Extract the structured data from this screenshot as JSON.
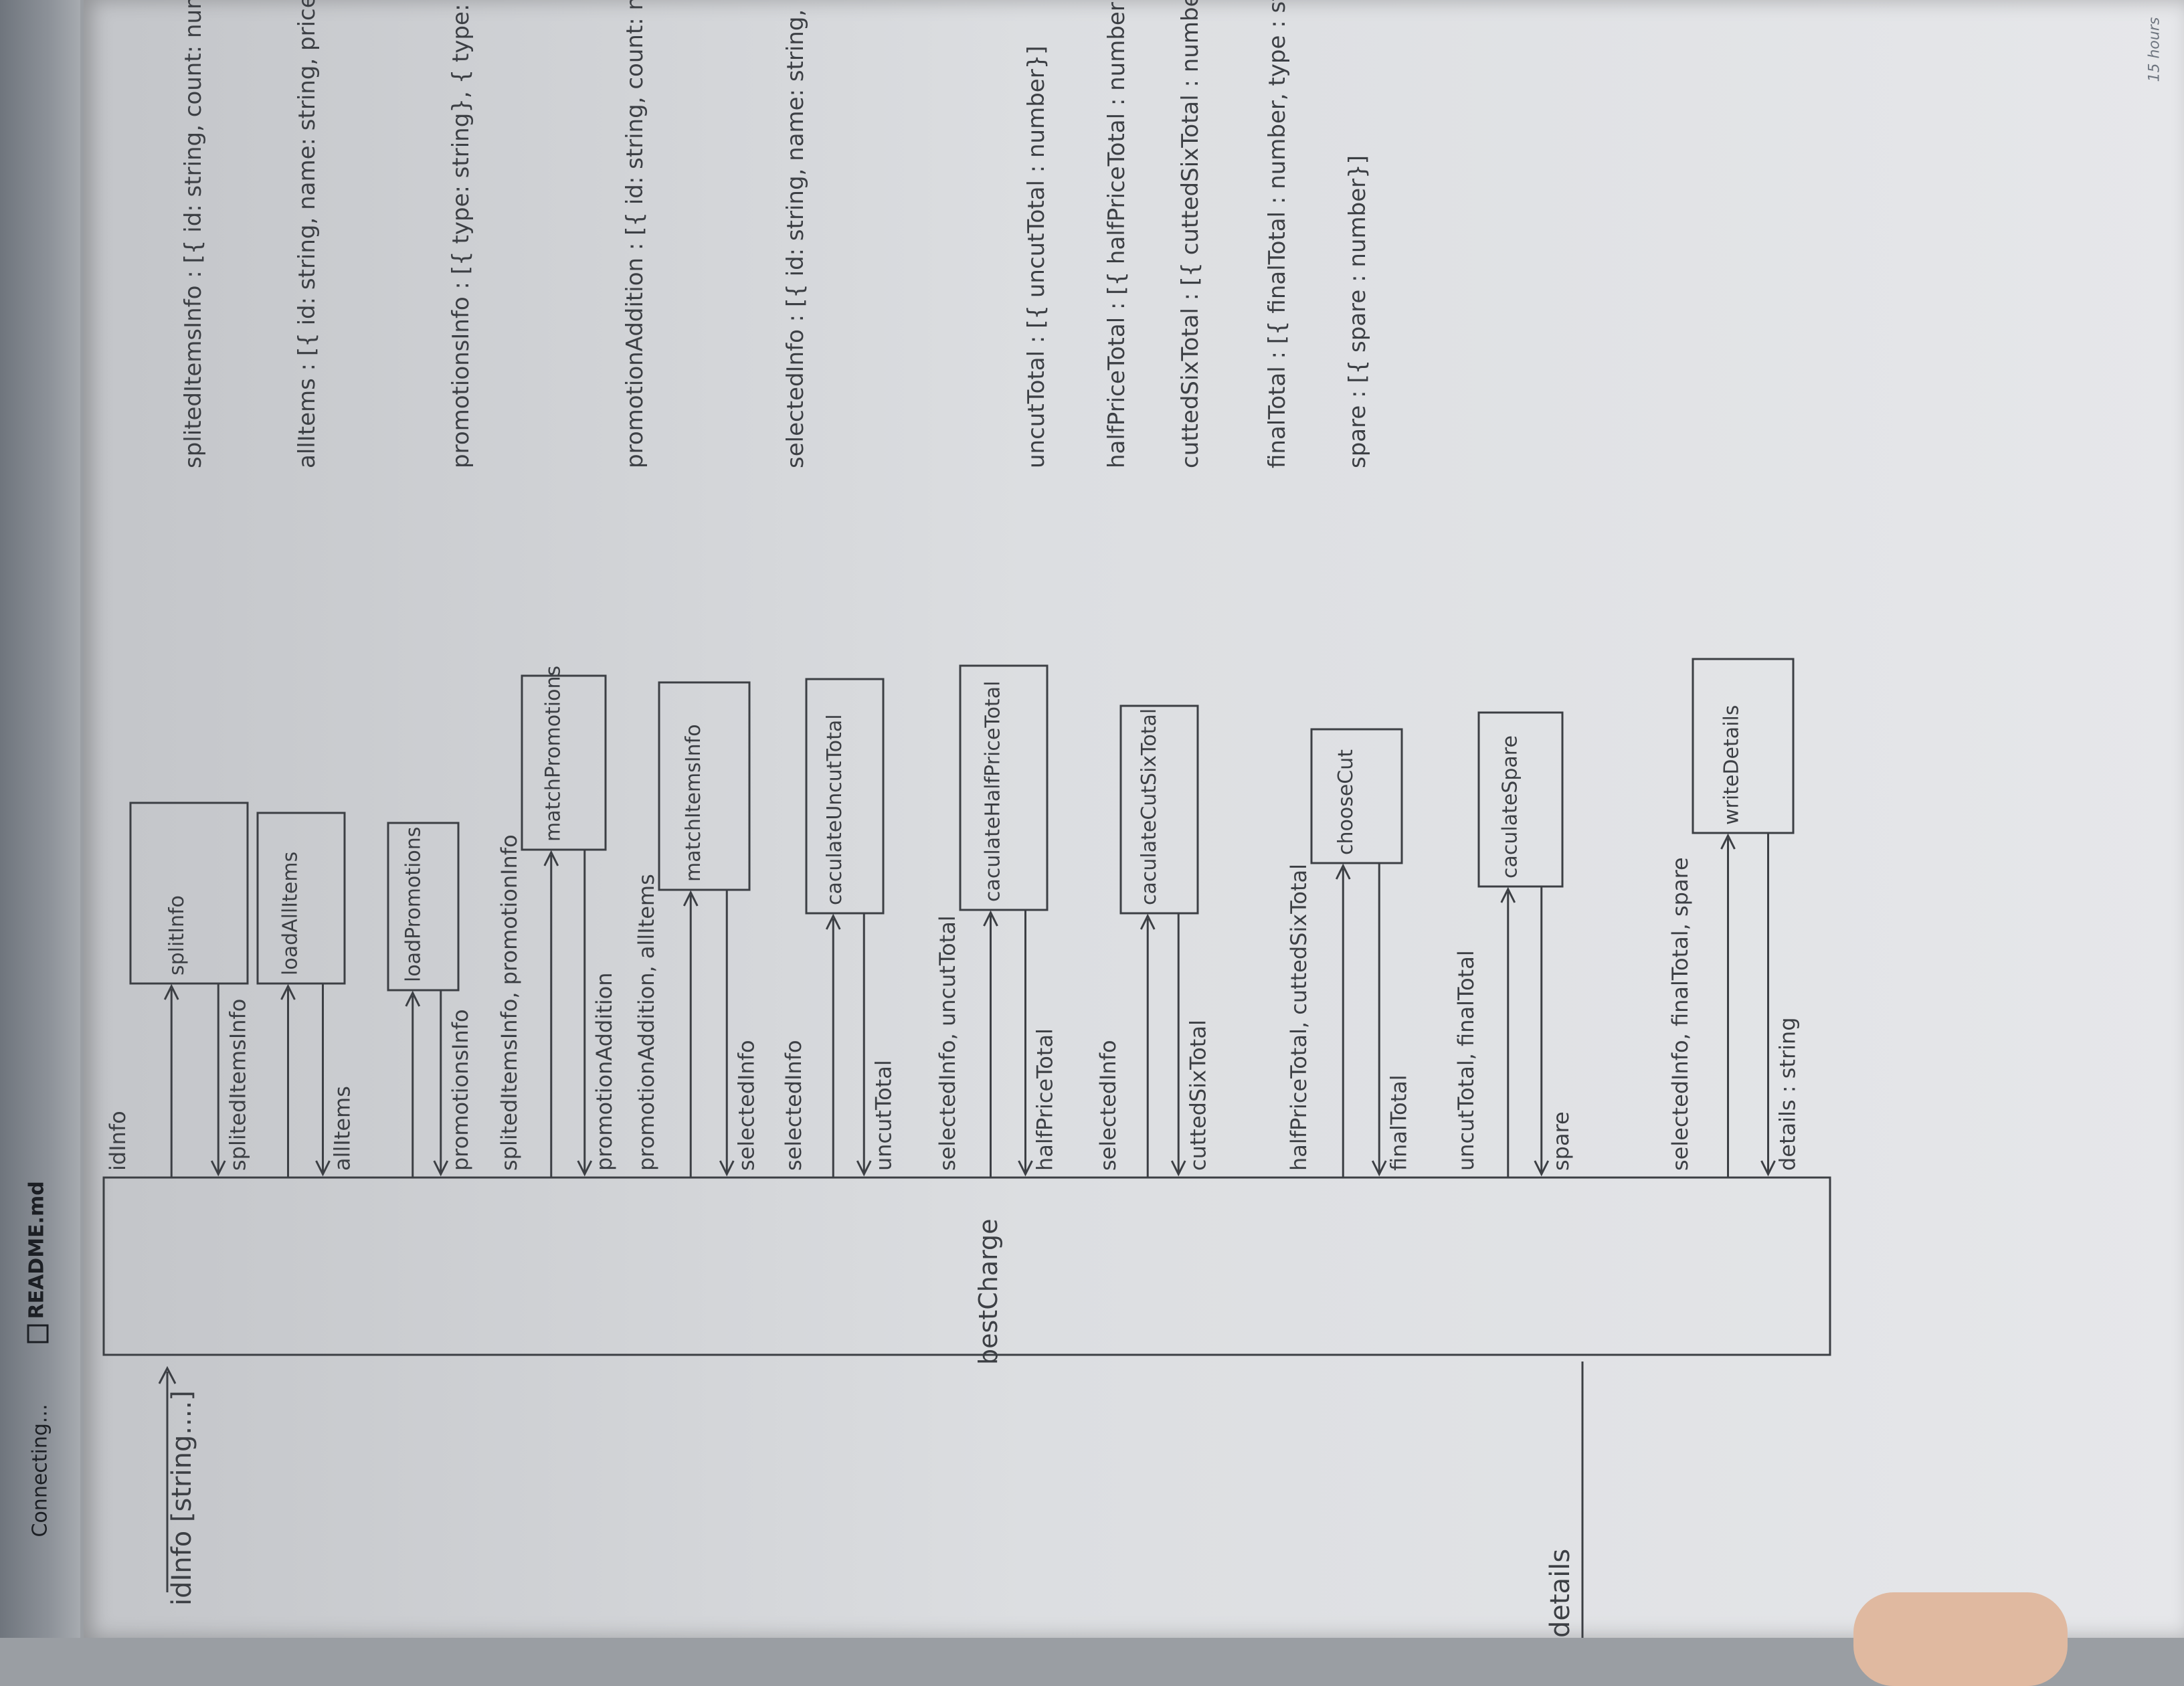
{
  "window": {
    "status": "Connecting...",
    "file_tab": "README.md",
    "corner_label": "15 hours"
  },
  "diagram": {
    "input_label": "idInfo [string....]",
    "output_label": "details",
    "main_function": "bestCharge",
    "functions": [
      {
        "name": "splitInfo",
        "input": "idInfo",
        "output": "splitedItemsInfo"
      },
      {
        "name": "loadAllItems",
        "input": "",
        "output": "allItems"
      },
      {
        "name": "loadPromotions",
        "input": "",
        "output": "promotionsInfo"
      },
      {
        "name": "matchPromotions",
        "input": "splitedItemsInfo, promotionInfo",
        "output": "promotionAddition"
      },
      {
        "name": "matchItemsInfo",
        "input": "promotionAddition, allItems",
        "output": "selectedInfo"
      },
      {
        "name": "caculateUncutTotal",
        "input": "selectedInfo",
        "output": "uncutTotal"
      },
      {
        "name": "caculateHalfPriceTotal",
        "input": "selectedInfo, uncutTotal",
        "output": "halfPriceTotal"
      },
      {
        "name": "caculateCutSixTotal",
        "input": "selectedInfo",
        "output": "cuttedSixTotal"
      },
      {
        "name": "chooseCut",
        "input": "halfPriceTotal, cuttedSixTotal",
        "output": "finalTotal"
      },
      {
        "name": "caculateSpare",
        "input": "uncutTotal, finalTotal",
        "output": "spare"
      },
      {
        "name": "writeDetails",
        "input": "selectedInfo, finalTotal, spare",
        "output": "details : string"
      }
    ],
    "types": [
      "splitedItemsInfo : [{ id: string, count: number}, ...]",
      "allItems : [{ id: string, name: string, price: number}, ...]",
      "promotionsInfo : [{ type: string}, { type: string, items: [string, ...]}]",
      "promotionAddition : [{ id: string, count: number, type: string}, ...]",
      "selectedInfo : [{ id: string, name: string, price: number, count: number, type: string}, ...]",
      "uncutTotal : [{ uncutTotal : number}]",
      "halfPriceTotal : [{ halfPriceTotal : number}]",
      "cuttedSixTotal : [{ cuttedSixTotal : number}]",
      "finalTotal : [{ finalTotal : number, type : string}]",
      "spare : [{ spare : number}]"
    ]
  }
}
